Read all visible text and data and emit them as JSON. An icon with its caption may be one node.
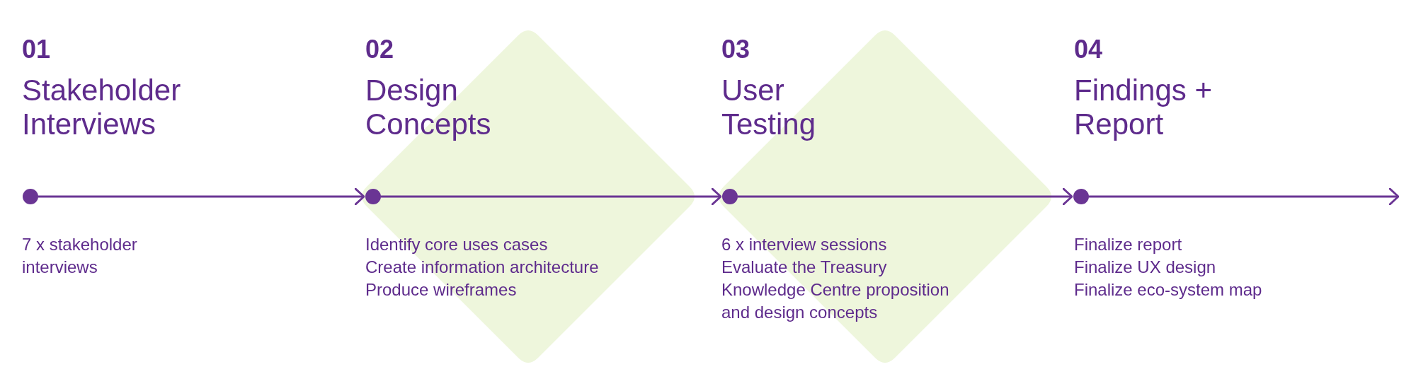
{
  "diagram": {
    "nodes": [
      {
        "text": [],
        "shape": "circle",
        "beside": [
          "01",
          "Stakeholder Interviews",
          "7 x stakeholder interviews"
        ]
      },
      {
        "text": [],
        "shape": "circle",
        "beside": [
          "02",
          "Design Concepts",
          "Identify core uses cases",
          "Create information architecture",
          "Produce wireframes"
        ]
      },
      {
        "text": [],
        "shape": "circle",
        "beside": [
          "03",
          "User Testing",
          "6 x interview sessions",
          "Evaluate the Treasury Knowledge Centre proposition and design concepts"
        ]
      },
      {
        "text": [],
        "shape": "circle",
        "beside": [
          "04",
          "Findings + Report",
          "Finalize report",
          "Finalize UX design",
          "Finalize eco-system map"
        ]
      }
    ],
    "edges": [
      {
        "from": 0,
        "to": 1,
        "arrow": "to"
      },
      {
        "from": 1,
        "to": 2,
        "arrow": "to"
      },
      {
        "from": 2,
        "to": 3,
        "arrow": "to"
      },
      {
        "from": 3,
        "to": null,
        "arrow": "to"
      }
    ]
  }
}
